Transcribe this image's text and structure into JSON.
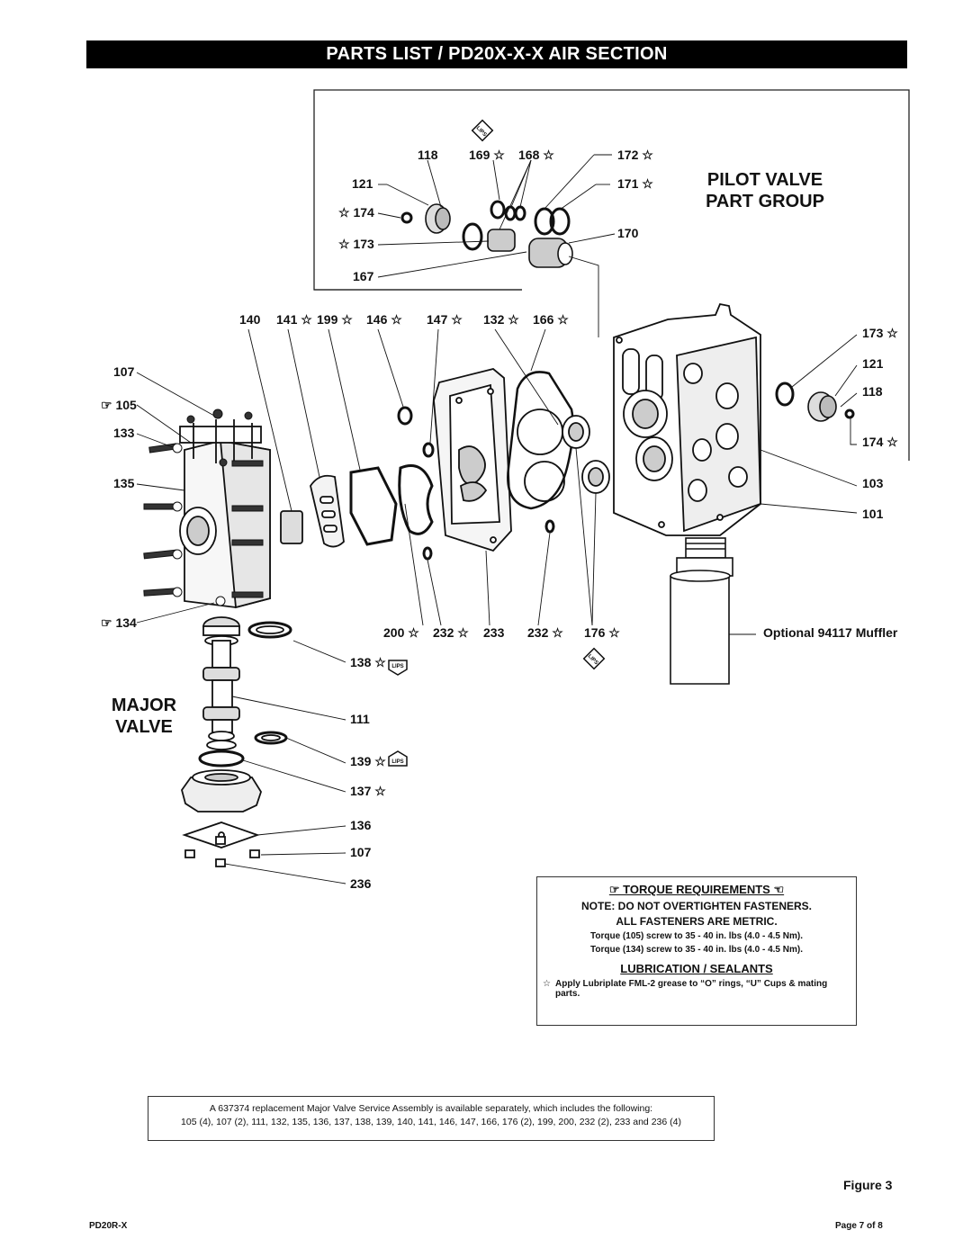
{
  "title": "PARTS LIST / PD20X-X-X AIR SECTION",
  "pilot_group": {
    "line1": "PILOT VALVE",
    "line2": "PART GROUP"
  },
  "major_valve": {
    "line1": "MAJOR",
    "line2": "VALVE"
  },
  "labels": {
    "p118a": "118",
    "p169": "169 ☆",
    "p168": "168 ☆",
    "p172": "172 ☆",
    "p121a": "121",
    "p171": "171 ☆",
    "p174a": "☆ 174",
    "p173a": "☆ 173",
    "p170": "170",
    "p167": "167",
    "p140": "140",
    "p141": "141 ☆",
    "p199": "199 ☆",
    "p146": "146 ☆",
    "p147": "147 ☆",
    "p132": "132 ☆",
    "p166": "166 ☆",
    "p173b": "173 ☆",
    "p121b": "121",
    "p118b": "118",
    "p174b": "174 ☆",
    "p103": "103",
    "p101": "101",
    "p107a": "107",
    "p105": "☞ 105",
    "p133": "133",
    "p135": "135",
    "p134": "☞ 134",
    "p200": "200 ☆",
    "p232a": "232 ☆",
    "p233": "233",
    "p232b": "232 ☆",
    "p176": "176 ☆",
    "muffler": "Optional 94117 Muffler",
    "p138": "138 ☆",
    "p111": "111",
    "p139": "139 ☆",
    "p137": "137 ☆",
    "p136": "136",
    "p107b": "107",
    "p236": "236",
    "lips": "LIPS"
  },
  "notes": {
    "torque_heading": "☞ TORQUE REQUIREMENTS ☜",
    "line1": "NOTE: DO NOT OVERTIGHTEN FASTENERS.",
    "line2": "ALL FASTENERS ARE METRIC.",
    "torque1": "Torque (105) screw to 35 - 40 in. lbs (4.0 - 4.5 Nm).",
    "torque2": "Torque (134) screw to 35 - 40 in. lbs (4.0 - 4.5 Nm).",
    "lube_heading": "LUBRICATION / SEALANTS",
    "lube_star": "☆",
    "lube_text": "Apply Lubriplate FML-2 grease to “O” rings, “U” Cups & mating parts."
  },
  "service": {
    "line1": "A 637374 replacement Major Valve Service Assembly is available separately, which includes the following:",
    "line2": "105 (4), 107 (2), 111, 132, 135, 136, 137, 138, 139, 140, 141, 146, 147, 166, 176 (2), 199, 200, 232 (2), 233 and 236 (4)"
  },
  "figure": "Figure 3",
  "footer_left": "PD20R-X",
  "footer_right": "Page  7 of 8"
}
